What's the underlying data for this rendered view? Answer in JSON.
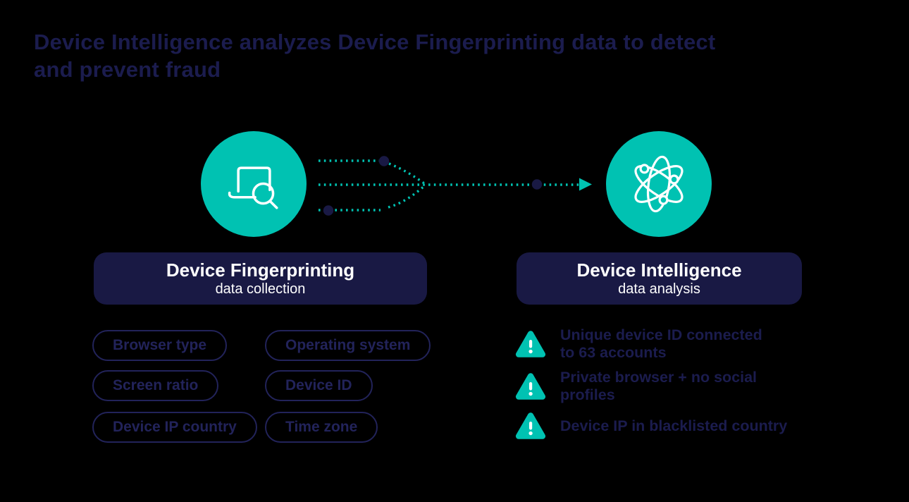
{
  "title": {
    "line1": "Device Intelligence analyzes Device Fingerprinting data to detect",
    "line2": "and prevent fraud"
  },
  "colors": {
    "background": "#000000",
    "teal": "#00c2b2",
    "navy_box": "#191944",
    "navy_text": "#1b1c4e",
    "white": "#ffffff"
  },
  "fingerprinting": {
    "icon": "laptop-search-icon",
    "box_title": "Device Fingerprinting",
    "box_subtitle": "data collection",
    "attributes": [
      "Browser type",
      "Screen ratio",
      "Device IP country",
      "Operating system",
      "Device ID",
      "Time zone"
    ]
  },
  "intelligence": {
    "icon": "atom-icon",
    "box_title": "Device Intelligence",
    "box_subtitle": "data analysis",
    "alerts": [
      {
        "icon": "warning-triangle-icon",
        "line1": "Unique device ID connected",
        "line2": "to 63 accounts"
      },
      {
        "icon": "warning-triangle-icon",
        "line1": "Private browser + no social",
        "line2": "profiles"
      },
      {
        "icon": "warning-triangle-icon",
        "line1": "Device IP in blacklisted country",
        "line2": ""
      }
    ]
  }
}
